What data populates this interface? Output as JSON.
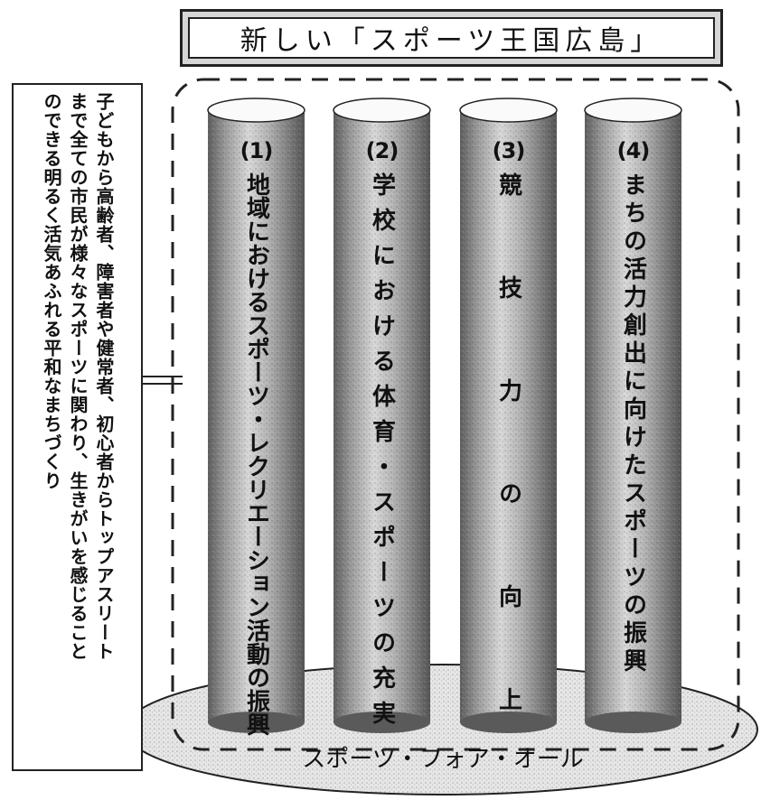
{
  "title": "新しい「スポーツ王国広島」",
  "side_text": {
    "lines": [
      "子どもから高齢者、障害者や健常者、初心者からトップアスリート",
      "まで全ての市民が様々なスポーツに関わり、生きがいを感じること",
      "のできる明るく活気あふれる平和なまちづくり"
    ]
  },
  "pillars": [
    {
      "number": "(1)",
      "label": "地域におけるスポーツ・レクリエーション活動の振興"
    },
    {
      "number": "(2)",
      "label": "学校における体育・スポーツの充実"
    },
    {
      "number": "(3)",
      "label": "競技力の向上"
    },
    {
      "number": "(4)",
      "label": "まちの活力創出に向けたスポーツの振興"
    }
  ],
  "base_label": "スポーツ・フォア・オール",
  "colors": {
    "ink": "#111111",
    "pillar_light": "#d4d4d4",
    "pillar_dark": "#6a6a6a",
    "base_fill": "#e8e8e8"
  }
}
